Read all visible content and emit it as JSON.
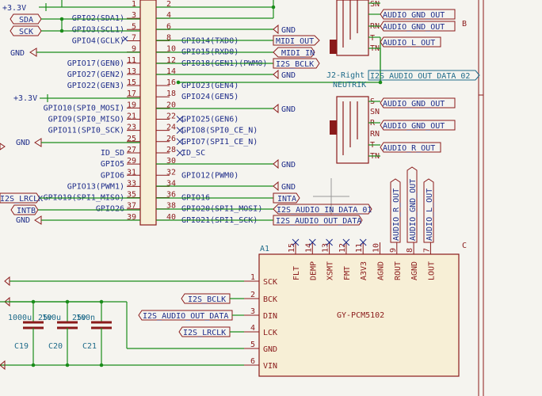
{
  "header": {
    "plus_3v3_top": "+3.3V"
  },
  "header_left": [
    {
      "label": "GPIO2(SDA1)",
      "num": "3"
    },
    {
      "label": "GPIO3(SCL1)",
      "num": "5"
    },
    {
      "label": "GPIO4(GCLK)",
      "num": "7"
    },
    {
      "label": "GPIO17(GEN0)",
      "num": "11"
    },
    {
      "label": "GPIO27(GEN2)",
      "num": "13"
    },
    {
      "label": "GPIO22(GEN3)",
      "num": "15"
    },
    {
      "label": "GPIO10(SPI0_MOSI)",
      "num": "19"
    },
    {
      "label": "GPIO9(SPI0_MISO)",
      "num": "21"
    },
    {
      "label": "GPIO11(SPI0_SCK)",
      "num": "23"
    },
    {
      "label": "ID_SD",
      "num": "27"
    },
    {
      "label": "GPIO5",
      "num": "29"
    },
    {
      "label": "GPIO6",
      "num": "31"
    },
    {
      "label": "GPIO13(PWM1)",
      "num": "33"
    },
    {
      "label": "GPIO19(SPI1_MISO)",
      "num": "35"
    },
    {
      "label": "GPIO26",
      "num": "37"
    }
  ],
  "header_left_unlabeled": {
    "n1": "1",
    "n9": "9",
    "n17": "17",
    "n25": "25",
    "n39": "39"
  },
  "header_right": [
    {
      "label": "",
      "num": "2"
    },
    {
      "label": "",
      "num": "4"
    },
    {
      "label": "",
      "num": "6"
    },
    {
      "label": "GPIO14(TXD0)",
      "num": "8"
    },
    {
      "label": "GPIO15(RXD0)",
      "num": "10"
    },
    {
      "label": "GPIO18(GEN1)(PWM0)",
      "num": "12"
    },
    {
      "label": "",
      "num": "14"
    },
    {
      "label": "GPIO23(GEN4)",
      "num": "16"
    },
    {
      "label": "GPIO24(GEN5)",
      "num": "18"
    },
    {
      "label": "",
      "num": "20"
    },
    {
      "label": "GPIO25(GEN6)",
      "num": "22"
    },
    {
      "label": "GPIO8(SPI0_CE_N)",
      "num": "24"
    },
    {
      "label": "GPIO7(SPI1_CE_N)",
      "num": "26"
    },
    {
      "label": "ID_SC",
      "num": "28"
    },
    {
      "label": "",
      "num": "30"
    },
    {
      "label": "GPIO12(PWM0)",
      "num": "32"
    },
    {
      "label": "",
      "num": "34"
    },
    {
      "label": "GPIO16",
      "num": "36"
    },
    {
      "label": "GPIO20(SPI1_MOSI)",
      "num": "38"
    },
    {
      "label": "GPIO21(SPI1_SCK)",
      "num": "40"
    }
  ],
  "nets_left": {
    "sda": "SDA",
    "sck": "SCK",
    "gnd1": "GND",
    "plus3v3": "+3.3V",
    "gnd2": "GND",
    "i2s_lrclk": "I2S_LRCLK",
    "intb": "INTB",
    "gnd3": "GND"
  },
  "nets_right": {
    "gnd_a": "GND",
    "midi_out": "MIDI_OUT",
    "midi_in": "MIDI_IN",
    "i2s_bclk": "I2S_BCLK",
    "gnd_b": "GND",
    "gnd_c": "GND",
    "gnd_d": "GND",
    "gnd_e": "GND",
    "inta": "INTA",
    "i2s_audio_in": "I2S_AUDIO_IN_DATA_01",
    "i2s_audio_out": "I2S_AUDIO_OUT_DATA"
  },
  "jacks": {
    "j2_ref": "J2-Right",
    "j2_value": "NEUTRIK",
    "audio_out_02": "I2S_AUDIO_OUT_DATA_02",
    "top": {
      "sn": "SN",
      "r": "R",
      "rn": "RN",
      "t": "T",
      "tn": "TN"
    },
    "top_labels": [
      "AUDIO_GND_OUT",
      "AUDIO_GND_OUT",
      "AUDIO_L_OUT"
    ],
    "bottom": {
      "s": "S",
      "sn": "SN",
      "r": "R",
      "rn": "RN",
      "t": "T",
      "tn": "TN"
    },
    "bottom_labels": [
      "AUDIO_GND_OUT",
      "AUDIO_GND_OUT",
      "AUDIO_R_OUT"
    ]
  },
  "module": {
    "ref": "A1",
    "value": "GY-PCM5102",
    "left_pins": [
      {
        "name": "SCK",
        "num": "1"
      },
      {
        "name": "BCK",
        "num": "2"
      },
      {
        "name": "DIN",
        "num": "3"
      },
      {
        "name": "LCK",
        "num": "4"
      },
      {
        "name": "GND",
        "num": "5"
      },
      {
        "name": "VIN",
        "num": "6"
      }
    ],
    "top_pins": [
      {
        "name": "FLT",
        "num": "15"
      },
      {
        "name": "DEMP",
        "num": "14"
      },
      {
        "name": "XSMT",
        "num": "13"
      },
      {
        "name": "FMT",
        "num": "12"
      },
      {
        "name": "A3V3",
        "num": "11"
      },
      {
        "name": "AGND",
        "num": "10"
      },
      {
        "name": "ROUT",
        "num": "9"
      },
      {
        "name": "AGND",
        "num": "8"
      },
      {
        "name": "LOUT",
        "num": "7"
      }
    ],
    "top_labels": [
      "AUDIO_R_OUT",
      "AUDIO_GND_OUT",
      "AUDIO_L_OUT"
    ],
    "in_labels": [
      "I2S_BCLK",
      "I2S_AUDIO_OUT_DATA",
      "I2S_LRCLK"
    ]
  },
  "caps": [
    {
      "ref": "C19",
      "value": "1000u",
      "voltage": "25v"
    },
    {
      "ref": "C20",
      "value": "100u",
      "voltage": "25v"
    },
    {
      "ref": "C21",
      "value": "100n",
      "voltage": ""
    }
  ],
  "frame": {
    "b": "B",
    "c": "C"
  }
}
